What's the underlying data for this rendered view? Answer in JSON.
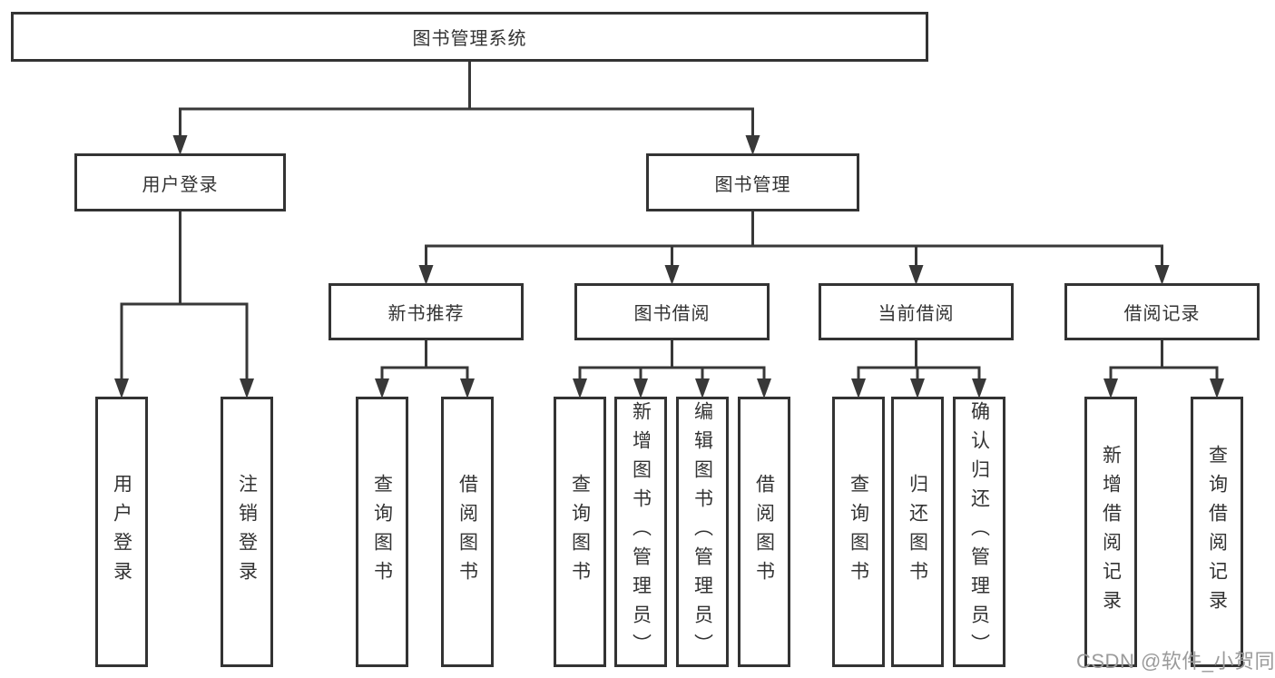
{
  "colors": {
    "line": "#383838",
    "border": "#333333",
    "text": "#333333",
    "background": "#ffffff",
    "watermark": "#9b9b9b"
  },
  "watermark": "CSDN @软件_小贺同学",
  "tree": {
    "id": "root",
    "label": "图书管理系统",
    "children": [
      {
        "id": "user-login",
        "label": "用户登录",
        "children": [
          {
            "id": "leaf-user-login",
            "label": "用户登录"
          },
          {
            "id": "leaf-logout-login",
            "label": "注销登录"
          }
        ]
      },
      {
        "id": "book-management",
        "label": "图书管理",
        "children": [
          {
            "id": "new-book-recommend",
            "label": "新书推荐",
            "children": [
              {
                "id": "leaf-query-book-1",
                "label": "查询图书"
              },
              {
                "id": "leaf-borrow-book-1",
                "label": "借阅图书"
              }
            ]
          },
          {
            "id": "book-borrow",
            "label": "图书借阅",
            "children": [
              {
                "id": "leaf-query-book-2",
                "label": "查询图书"
              },
              {
                "id": "leaf-add-book",
                "label": "新增图书（管理员）"
              },
              {
                "id": "leaf-edit-book",
                "label": "编辑图书（管理员）"
              },
              {
                "id": "leaf-borrow-book-2",
                "label": "借阅图书"
              }
            ]
          },
          {
            "id": "current-borrow",
            "label": "当前借阅",
            "children": [
              {
                "id": "leaf-query-book-3",
                "label": "查询图书"
              },
              {
                "id": "leaf-return-book",
                "label": "归还图书"
              },
              {
                "id": "leaf-confirm-return",
                "label": "确认归还（管理员）"
              }
            ]
          },
          {
            "id": "borrow-records",
            "label": "借阅记录",
            "children": [
              {
                "id": "leaf-add-borrow-record",
                "label": "新增借阅记录"
              },
              {
                "id": "leaf-query-borrow-record",
                "label": "查询借阅记录"
              }
            ]
          }
        ]
      }
    ]
  }
}
